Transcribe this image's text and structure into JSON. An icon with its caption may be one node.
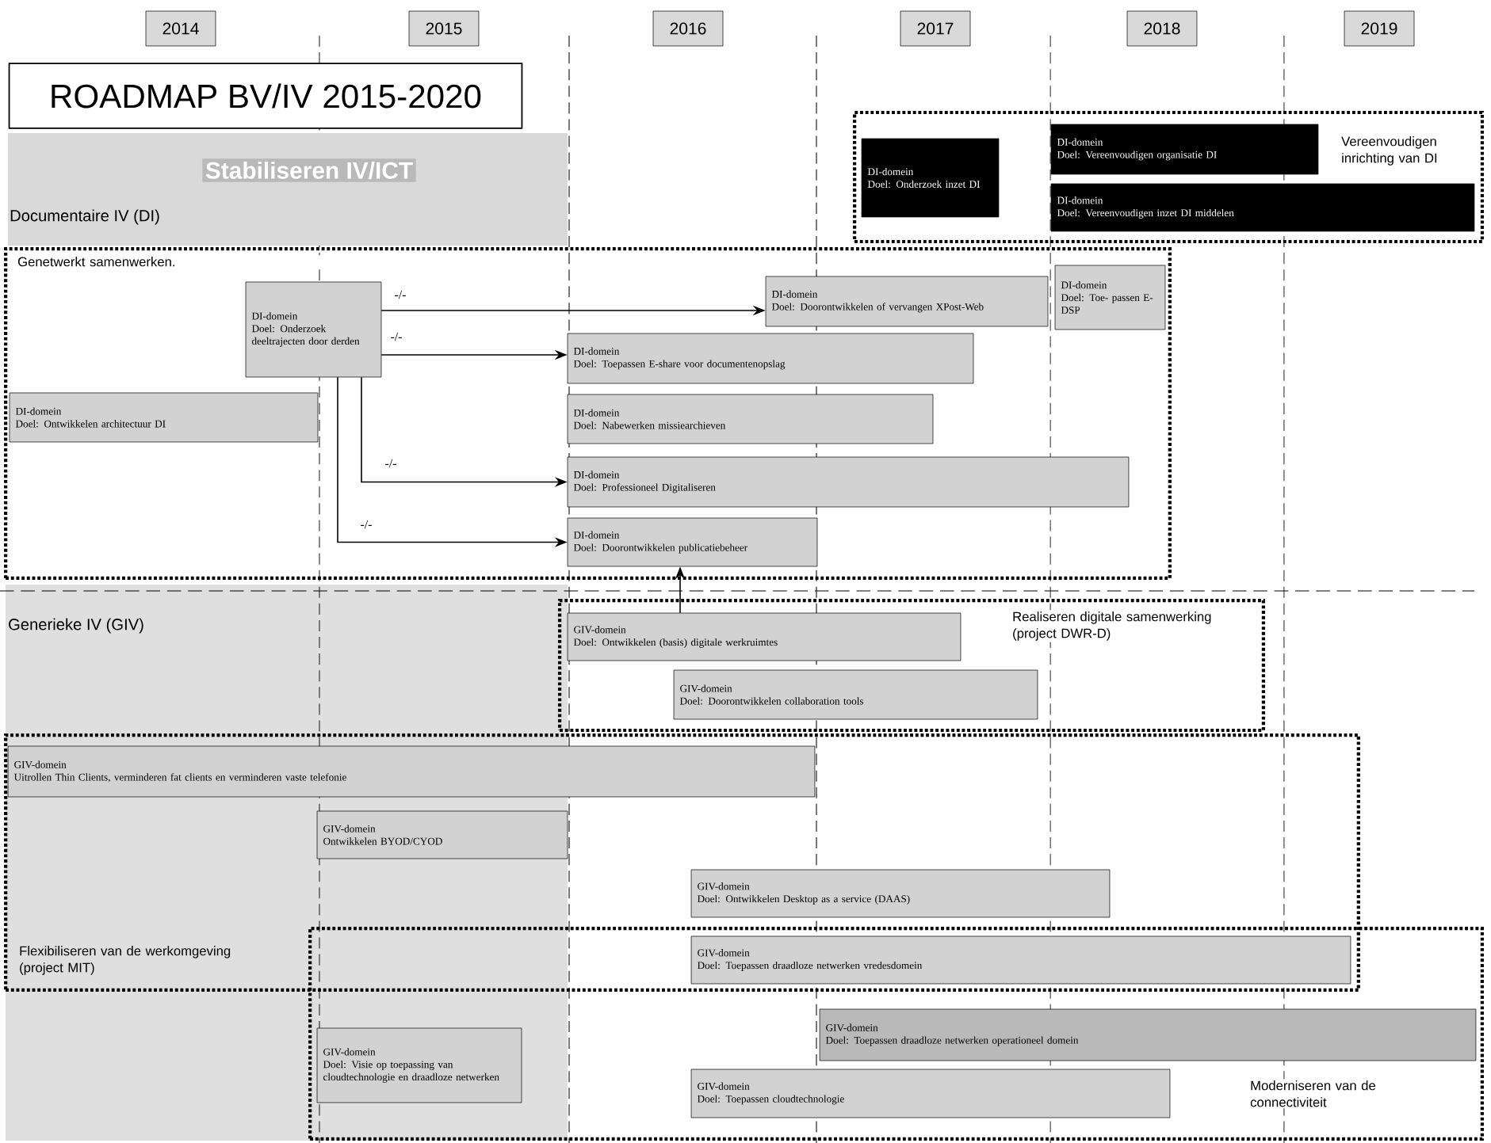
{
  "diagram": {
    "title": "ROADMAP BV/IV 2015-2020",
    "nodes": [
      {
        "text": [
          "Stabiliseren IV/ICT",
          "Documentaire IV (DI)"
        ]
      },
      {
        "text": [
          "Vereenvoudigen inrichting van DI"
        ]
      },
      {
        "text": [
          "DI-domein",
          "Doel: Onderzoek inzet DI"
        ],
        "in": 1
      },
      {
        "text": [
          "DI-domein",
          "Doel: Vereenvoudigen organisatie DI"
        ],
        "in": 1
      },
      {
        "text": [
          "DI-domein",
          "Doel: Vereenvoudigen inzet DI middelen"
        ],
        "in": 1
      },
      {
        "text": [
          "Genetwerkt samenwerken."
        ]
      },
      {
        "text": [
          "DI-domein",
          "Doel: Onderzoek deeltrajecten door derden"
        ],
        "in": 5
      },
      {
        "text": [
          "DI-domein",
          "Doel: Doorontwikkelen of vervangen XPost-Web"
        ],
        "in": 5
      },
      {
        "text": [
          "DI-domein",
          "Doel: Toe- passen E-DSP"
        ],
        "in": 5
      },
      {
        "text": [
          "DI-domein",
          "Doel: Toepassen E-share voor documentenopslag"
        ],
        "in": 5
      },
      {
        "text": [
          "DI-domein",
          "Doel: Ontwikkelen architectuur DI"
        ],
        "in": 5
      },
      {
        "text": [
          "DI-domein",
          "Doel: Nabewerken missiearchieven"
        ],
        "in": 5
      },
      {
        "text": [
          "DI-domein",
          "Doel: Professioneel Digitaliseren"
        ],
        "in": 5
      },
      {
        "text": [
          "DI-domein",
          "Doel: Doorontwikkelen publicatiebeheer"
        ],
        "in": 5
      },
      {
        "text": [
          "Realiseren digitale samenwerking (project DWR-D)"
        ]
      },
      {
        "text": [
          "GIV-domein",
          "Doel: Ontwikkelen (basis) digitale werkruimtes"
        ],
        "in": 14
      },
      {
        "text": [
          "GIV-domein",
          "Doel: Doorontwikkelen collaboration tools"
        ],
        "in": 14
      },
      {
        "text": [
          "Flexibiliseren van de werkomgeving (project MIT)"
        ]
      },
      {
        "text": [
          "GIV-domein",
          "Uitrollen Thin Clients, verminderen fat clients en verminderen vaste telefonie"
        ],
        "in": 17
      },
      {
        "text": [
          "GIV-domein",
          "Ontwikkelen BYOD/CYOD"
        ],
        "in": 17
      },
      {
        "text": [
          "GIV-domein",
          "Doel: Ontwikkelen Desktop as a service (DAAS)"
        ],
        "in": 17
      },
      {
        "text": [
          "GIV-domein",
          "Doel: Toepassen draadloze netwerken vredesdomein"
        ]
      },
      {
        "text": [
          "Moderniseren van de connectiviteit"
        ]
      },
      {
        "text": [
          "GIV-domein",
          "Doel: Toepassen draadloze netwerken operationeel domein"
        ],
        "in": 22
      },
      {
        "text": [
          "GIV-domein",
          "Doel: Visie op toepassing van cloudtechnologie en draadloze netwerken"
        ],
        "in": 22
      },
      {
        "text": [
          "GIV-domein",
          "Doel: Toepassen cloudtechnologie"
        ],
        "in": 22
      }
    ],
    "edges": [
      {
        "from": 6,
        "to": 7,
        "arrow": "to",
        "label": "-/-"
      },
      {
        "from": 6,
        "to": 9,
        "arrow": "to",
        "label": "-/-"
      },
      {
        "from": 6,
        "to": 12,
        "arrow": "to",
        "label": "-/-"
      },
      {
        "from": 6,
        "to": 13,
        "arrow": "to",
        "label": "-/-"
      },
      {
        "from": 15,
        "to": 13,
        "arrow": "to"
      }
    ],
    "labels": [
      "2014",
      "2015",
      "2016",
      "2017",
      "2018",
      "2019",
      "Generieke IV (GIV)"
    ]
  }
}
